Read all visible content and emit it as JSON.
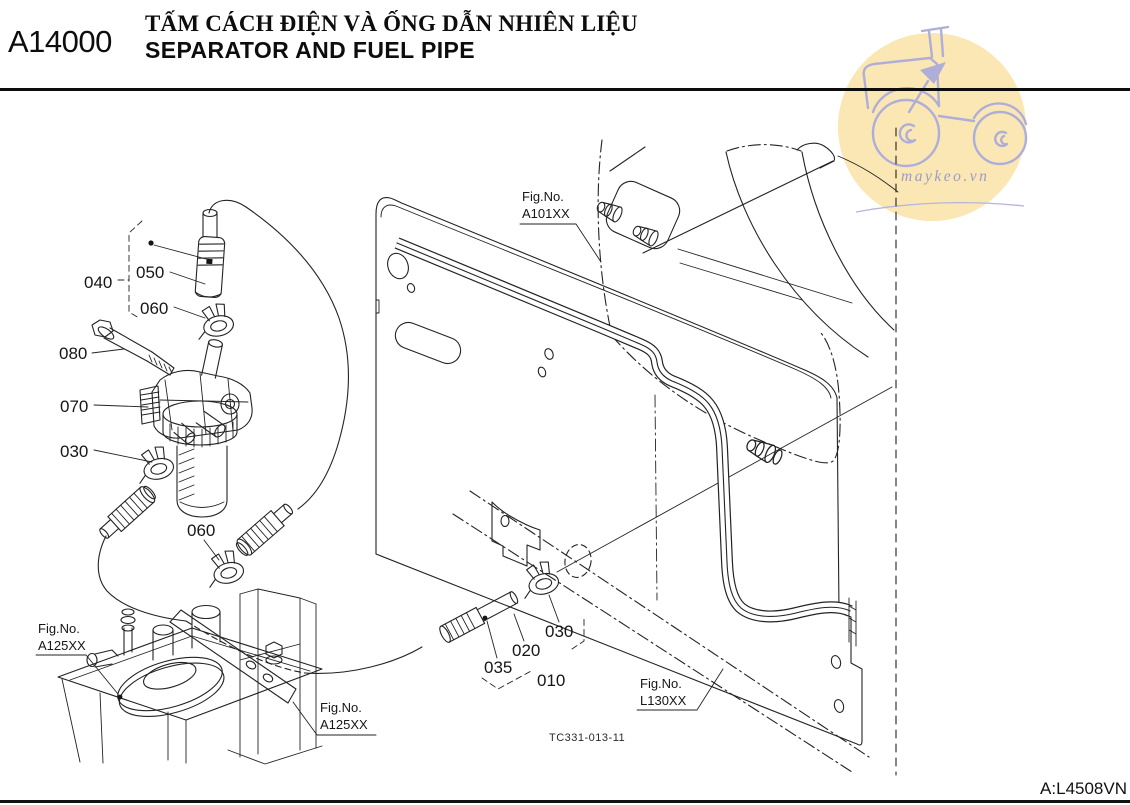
{
  "page": {
    "code": "A14000",
    "title_vi": "TẤM CÁCH ĐIỆN VÀ ỐNG DẪN NHIÊN LIỆU",
    "title_en": "SEPARATOR AND FUEL PIPE",
    "footer_code": "A:L4508VN",
    "drawing_number": "TC331-013-11"
  },
  "watermark": {
    "text": "maykeo.vn",
    "circle_color": "#FBE7B4",
    "line_color": "#AEAED9",
    "text_color": "#9B9BC9"
  },
  "fig_refs": {
    "prefix": "Fig.No.",
    "items": [
      {
        "code": "A101XX"
      },
      {
        "code": "A125XX"
      },
      {
        "code": "A125XX"
      },
      {
        "code": "L130XX"
      }
    ]
  },
  "callouts": {
    "items": [
      {
        "label": "040"
      },
      {
        "label": "050"
      },
      {
        "label": "060"
      },
      {
        "label": "080"
      },
      {
        "label": "070"
      },
      {
        "label": "030"
      },
      {
        "label": "060"
      },
      {
        "label": "035"
      },
      {
        "label": "020"
      },
      {
        "label": "030"
      },
      {
        "label": "010"
      }
    ]
  },
  "colors": {
    "ink": "#232323",
    "background": "#ffffff"
  }
}
